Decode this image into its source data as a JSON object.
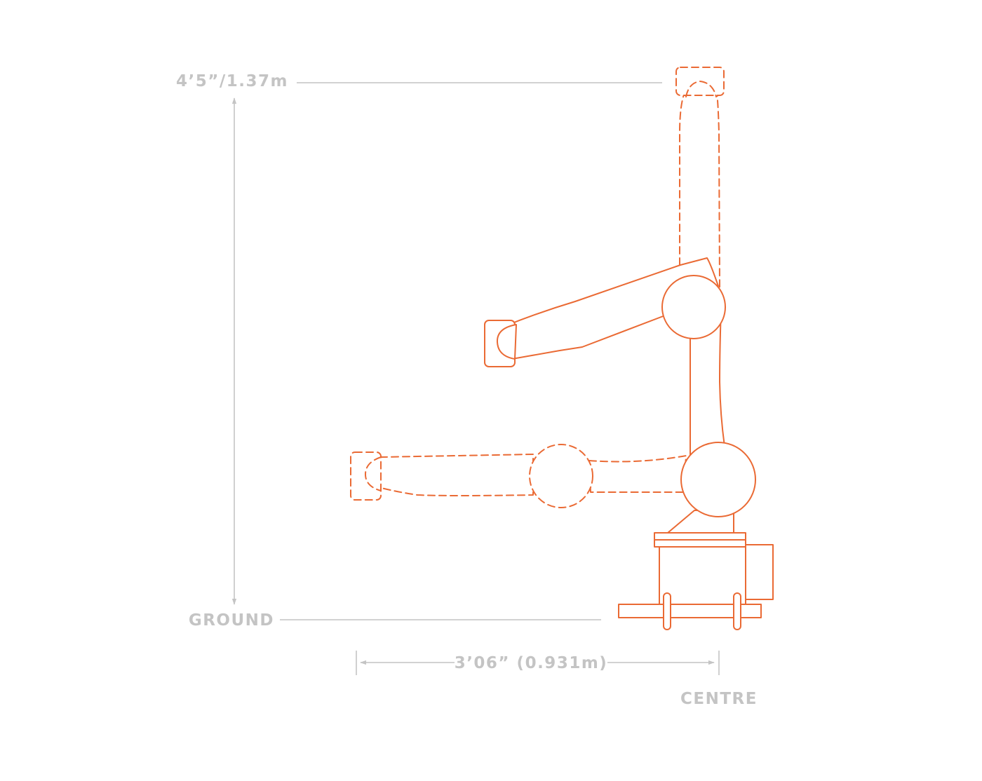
{
  "dimensions": {
    "height_label": "4’5”/1.37m",
    "ground_label": "GROUND",
    "reach_label": "3’06” (0.931m)",
    "centre_label": "CENTRE"
  },
  "colors": {
    "robot_outline": "#ea6a34",
    "dimension_gray": "#c4c4c4",
    "background": "#ffffff"
  }
}
